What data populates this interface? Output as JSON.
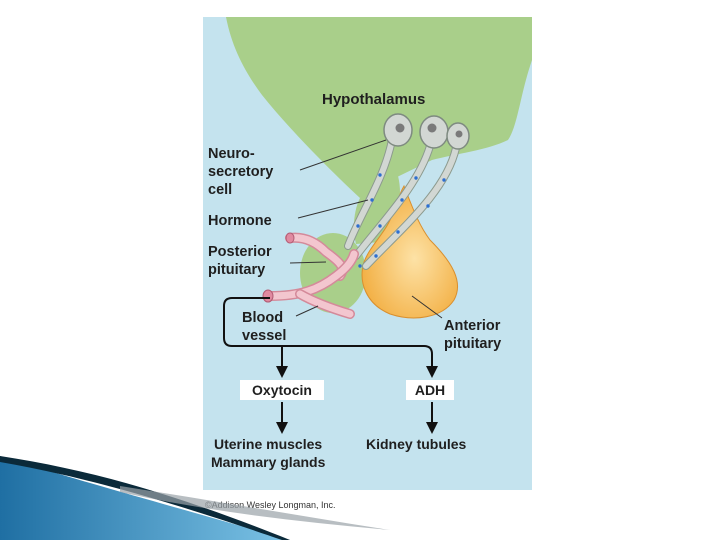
{
  "figure": {
    "labels": {
      "hypothalamus": "Hypothalamus",
      "neuro_line1": "Neuro-",
      "neuro_line2": "secretory",
      "neuro_line3": "cell",
      "hormone": "Hormone",
      "posterior_line1": "Posterior",
      "posterior_line2": "pituitary",
      "blood_line1": "Blood",
      "blood_line2": "vessel",
      "anterior_line1": "Anterior",
      "anterior_line2": "pituitary",
      "oxytocin": "Oxytocin",
      "adh": "ADH",
      "uterine": "Uterine muscles",
      "mammary": "Mammary glands",
      "kidney": "Kidney tubules"
    },
    "credit": "©Addison Wesley Longman, Inc."
  },
  "colors": {
    "panel_bg": "#c4e3ee",
    "hypothalamus": "#a9cf8a",
    "anterior": "#f6bf5e",
    "vessel": "#f3c6cf",
    "neuron": "#d2d7d3",
    "hormone_dot": "#2d6fd0"
  }
}
